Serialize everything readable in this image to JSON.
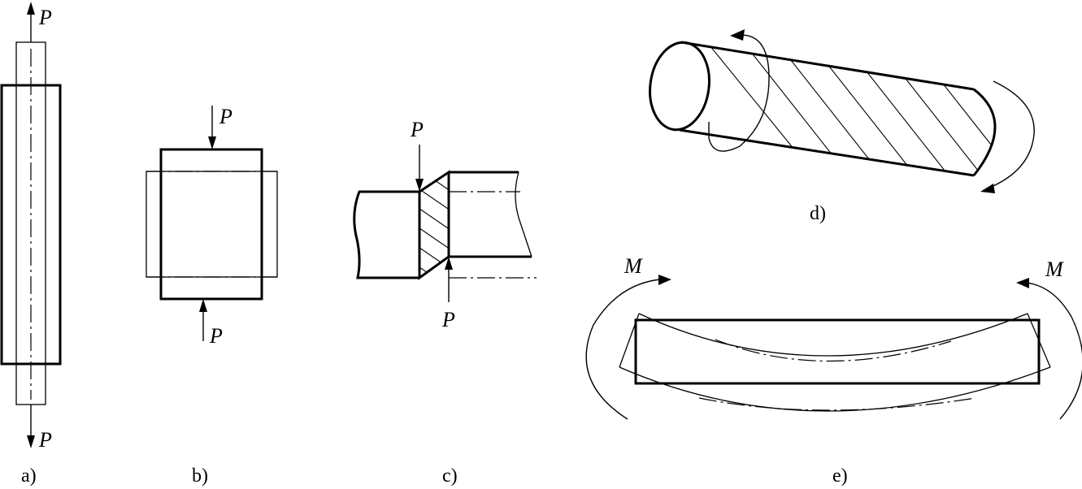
{
  "labels": {
    "force": "P",
    "moment": "M"
  },
  "captions": {
    "a": "a)",
    "b": "b)",
    "c": "c)",
    "d": "d)",
    "e": "e)"
  }
}
